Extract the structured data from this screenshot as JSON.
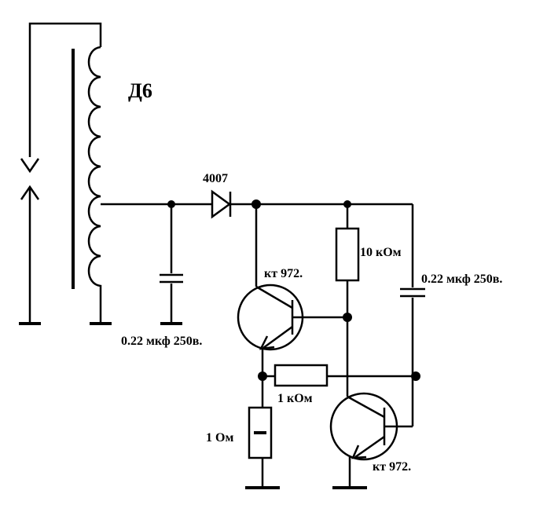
{
  "labels": {
    "transformer": "Д6",
    "diode": "4007",
    "resistor_10k": "10 кОм",
    "cap_right": "0.22 мкф 250в.",
    "transistor_top": "кт 972.",
    "cap_left": "0.22 мкф 250в.",
    "resistor_1k": "1 кОм",
    "resistor_1ohm": "1 Ом",
    "transistor_bottom": "кт 972."
  }
}
